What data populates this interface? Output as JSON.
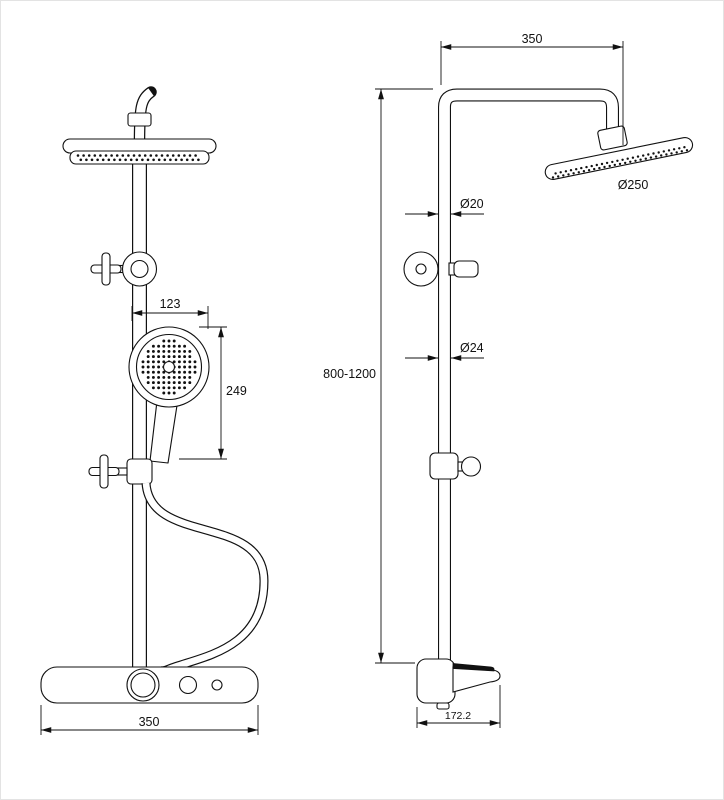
{
  "drawing": {
    "colors": {
      "line": "#111111",
      "background": "#ffffff"
    },
    "front_view": {
      "dims": {
        "hand_shower_offset": "123",
        "hand_shower_length": "249",
        "mixer_width": "350"
      }
    },
    "side_view": {
      "dims": {
        "arm_reach": "350",
        "head_diameter": "Ø250",
        "upper_pipe_diameter": "Ø20",
        "lower_pipe_diameter": "Ø24",
        "column_height_range": "800-1200",
        "mixer_depth": "172.2"
      }
    }
  }
}
